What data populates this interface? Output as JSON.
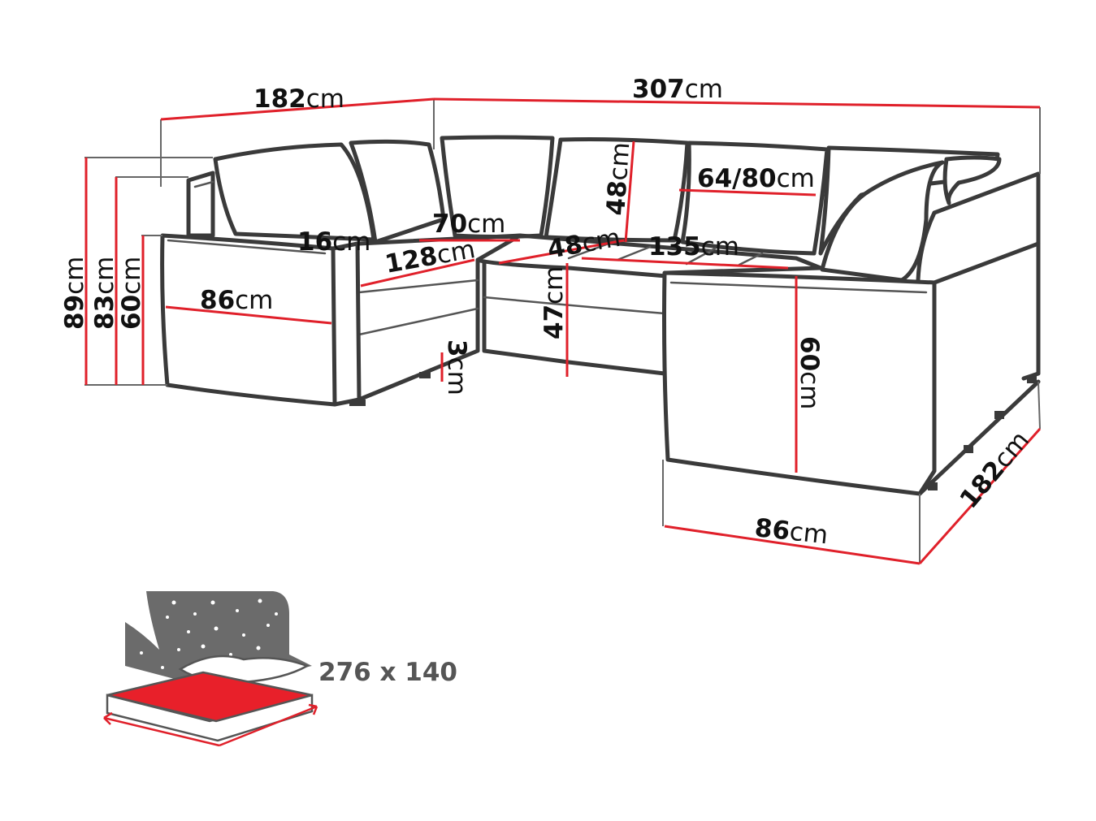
{
  "colors": {
    "dimension_line": "#e0202a",
    "outline": "#3a3a3a",
    "mattress": "#e8202a",
    "night_sky": "#6b6b6b"
  },
  "dimensions": {
    "total_width": {
      "value": "307",
      "unit": "cm"
    },
    "left_depth": {
      "value": "182",
      "unit": "cm"
    },
    "right_depth": {
      "value": "182",
      "unit": "cm"
    },
    "height_total": {
      "value": "89",
      "unit": "cm"
    },
    "height_back": {
      "value": "83",
      "unit": "cm"
    },
    "height_arm": {
      "value": "60",
      "unit": "cm"
    },
    "arm_width_left": {
      "value": "16",
      "unit": "cm"
    },
    "left_arm_depth": {
      "value": "86",
      "unit": "cm"
    },
    "seat_left_length": {
      "value": "128",
      "unit": "cm"
    },
    "seat_corner_depth": {
      "value": "70",
      "unit": "cm"
    },
    "seat_depth_mid": {
      "value": "48",
      "unit": "cm"
    },
    "back_cushion_height": {
      "value": "48",
      "unit": "cm"
    },
    "cushion_width": {
      "value": "64/80",
      "unit": "cm"
    },
    "seat_back_length": {
      "value": "135",
      "unit": "cm"
    },
    "seat_height": {
      "value": "47",
      "unit": "cm"
    },
    "leg_height": {
      "value": "3",
      "unit": "cm"
    },
    "right_front_height": {
      "value": "60",
      "unit": "cm"
    },
    "right_front_width": {
      "value": "86",
      "unit": "cm"
    }
  },
  "bed": {
    "size_label": "276 x 140"
  }
}
